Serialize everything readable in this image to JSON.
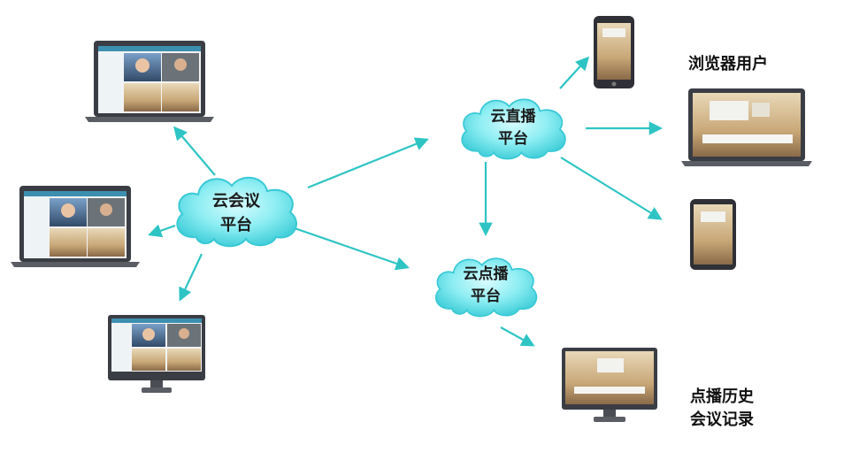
{
  "clouds": {
    "conference": {
      "line1": "云会议",
      "line2": "平台"
    },
    "live": {
      "line1": "云直播",
      "line2": "平台"
    },
    "vod": {
      "line1": "云点播",
      "line2": "平台"
    }
  },
  "labels": {
    "browser_users": "浏览器用户",
    "vod_history_1": "点播历史",
    "vod_history_2": "会议记录"
  },
  "colors": {
    "arrow": "#2ec4c4",
    "cloud_fill": "#7fe9ef",
    "cloud_edge": "#38c9d6",
    "device_frame": "#3a3d44",
    "device_base": "#5a5d64"
  }
}
